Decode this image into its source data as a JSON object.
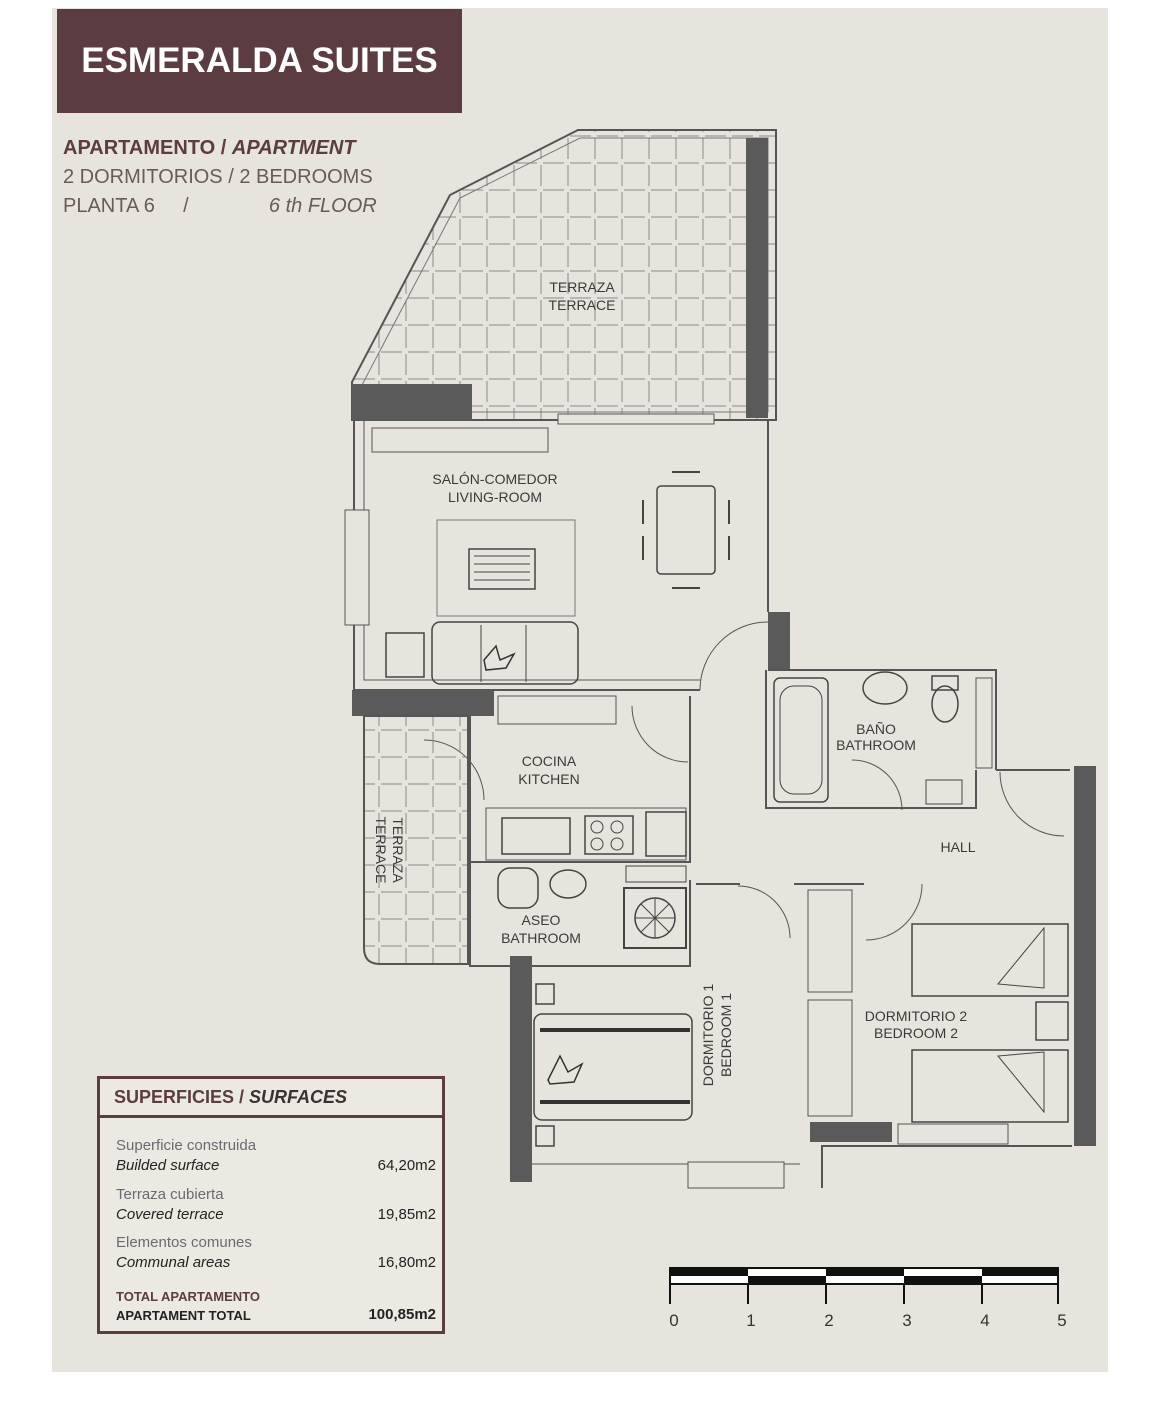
{
  "header": {
    "title": "ESMERALDA SUITES",
    "line1_es": "APARTAMENTO",
    "line1_sep": " / ",
    "line1_en": "APARTMENT",
    "line2": "2 DORMITORIOS / 2 BEDROOMS",
    "line3_es": "PLANTA",
    "line3_num": "6",
    "line3_sep": "/",
    "line3_en": "6 th FLOOR"
  },
  "rooms": {
    "terrace_main_es": "TERRAZA",
    "terrace_main_en": "TERRACE",
    "living_es": "SALÓN-COMEDOR",
    "living_en": "LIVING-ROOM",
    "kitchen_es": "COCINA",
    "kitchen_en": "KITCHEN",
    "terrace_side_es": "TERRAZA",
    "terrace_side_en": "TERRACE",
    "bath_main_es": "BAÑO",
    "bath_main_en": "BATHROOM",
    "hall": "HALL",
    "bath_small_es": "ASEO",
    "bath_small_en": "BATHROOM",
    "bedroom1_es": "DORMITORIO 1",
    "bedroom1_en": "BEDROOM 1",
    "bedroom2_es": "DORMITORIO 2",
    "bedroom2_en": "BEDROOM 2"
  },
  "surfaces": {
    "heading_es": "SUPERFICIES",
    "heading_sep": " / ",
    "heading_en": "SURFACES",
    "rows": [
      {
        "es": "Superficie construida",
        "en": "Builded surface",
        "value": "64,20m2"
      },
      {
        "es": "Terraza cubierta",
        "en": "Covered terrace",
        "value": "19,85m2"
      },
      {
        "es": "Elementos comunes",
        "en": "Communal areas",
        "value": "16,80m2"
      }
    ],
    "total": {
      "es": "TOTAL APARTAMENTO",
      "en": "APARTAMENT TOTAL",
      "value": "100,85m2"
    }
  },
  "scale_bar": {
    "labels": [
      "0",
      "1",
      "2",
      "3",
      "4",
      "5"
    ]
  },
  "colors": {
    "accent": "#5b3c40",
    "background": "#e6e4dc",
    "wall": "#5a5a5a",
    "line": "#555555"
  }
}
